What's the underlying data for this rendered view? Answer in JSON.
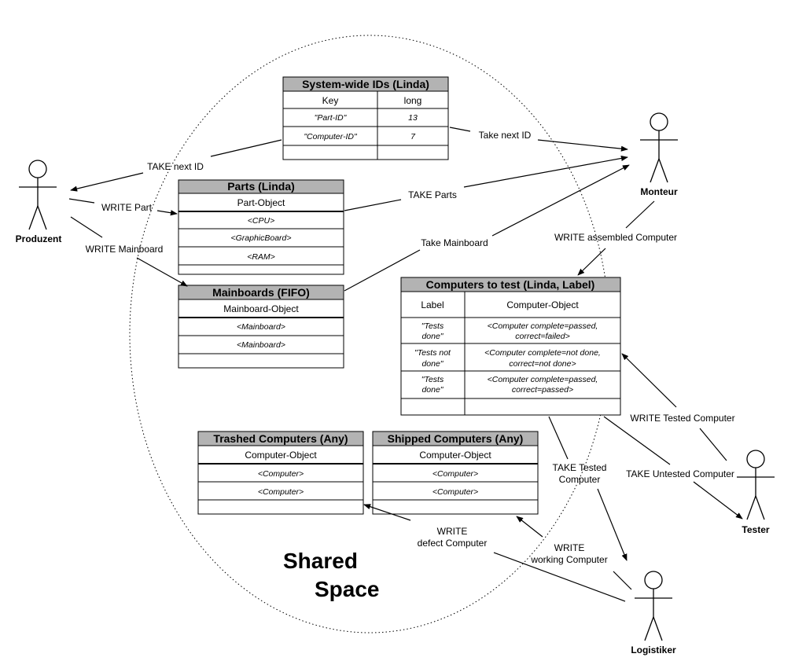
{
  "colors": {
    "header_fill": "#b3b3b3",
    "line": "#000000",
    "background": "#ffffff"
  },
  "shared_space": {
    "line1": "Shared",
    "line2": "Space"
  },
  "actors": {
    "produzent": "Produzent",
    "monteur": "Monteur",
    "tester": "Tester",
    "logistiker": "Logistiker"
  },
  "tables": {
    "ids": {
      "title": "System-wide IDs (Linda)",
      "col1": "Key",
      "col2": "long",
      "rows": [
        {
          "key": "\"Part-ID\"",
          "value": "13"
        },
        {
          "key": "\"Computer-ID\"",
          "value": "7"
        }
      ]
    },
    "parts": {
      "title": "Parts (Linda)",
      "header": "Part-Object",
      "rows": [
        "<CPU>",
        "<GraphicBoard>",
        "<RAM>"
      ]
    },
    "mainboards": {
      "title": "Mainboards (FIFO)",
      "header": "Mainboard-Object",
      "rows": [
        "<Mainboard>",
        "<Mainboard>"
      ]
    },
    "computers_to_test": {
      "title": "Computers to test (Linda, Label)",
      "col1": "Label",
      "col2": "Computer-Object",
      "rows": [
        {
          "label1": "\"Tests",
          "label2": "done\"",
          "obj1": "<Computer complete=passed,",
          "obj2": "correct=failed>"
        },
        {
          "label1": "\"Tests not",
          "label2": "done\"",
          "obj1": "<Computer complete=not done,",
          "obj2": "correct=not done>"
        },
        {
          "label1": "\"Tests",
          "label2": "done\"",
          "obj1": "<Computer complete=passed,",
          "obj2": "correct=passed>"
        }
      ]
    },
    "trashed": {
      "title": "Trashed Computers (Any)",
      "header": "Computer-Object",
      "rows": [
        "<Computer>",
        "<Computer>"
      ]
    },
    "shipped": {
      "title": "Shipped Computers (Any)",
      "header": "Computer-Object",
      "rows": [
        "<Computer>",
        "<Computer>"
      ]
    }
  },
  "edges": {
    "take_next_id": "TAKE next ID",
    "take_next_id_monteur": "Take next ID",
    "write_part": "WRITE Part",
    "write_mainboard": "WRITE Mainboard",
    "take_parts": "TAKE Parts",
    "take_mainboard": "Take Mainboard",
    "write_assembled": "WRITE assembled Computer",
    "write_tested": "WRITE Tested Computer",
    "take_untested": "TAKE Untested Computer",
    "take_tested_1": "TAKE Tested",
    "take_tested_2": "Computer",
    "write_defect_1": "WRITE",
    "write_defect_2": "defect Computer",
    "write_working_1": "WRITE",
    "write_working_2": "working Computer"
  }
}
